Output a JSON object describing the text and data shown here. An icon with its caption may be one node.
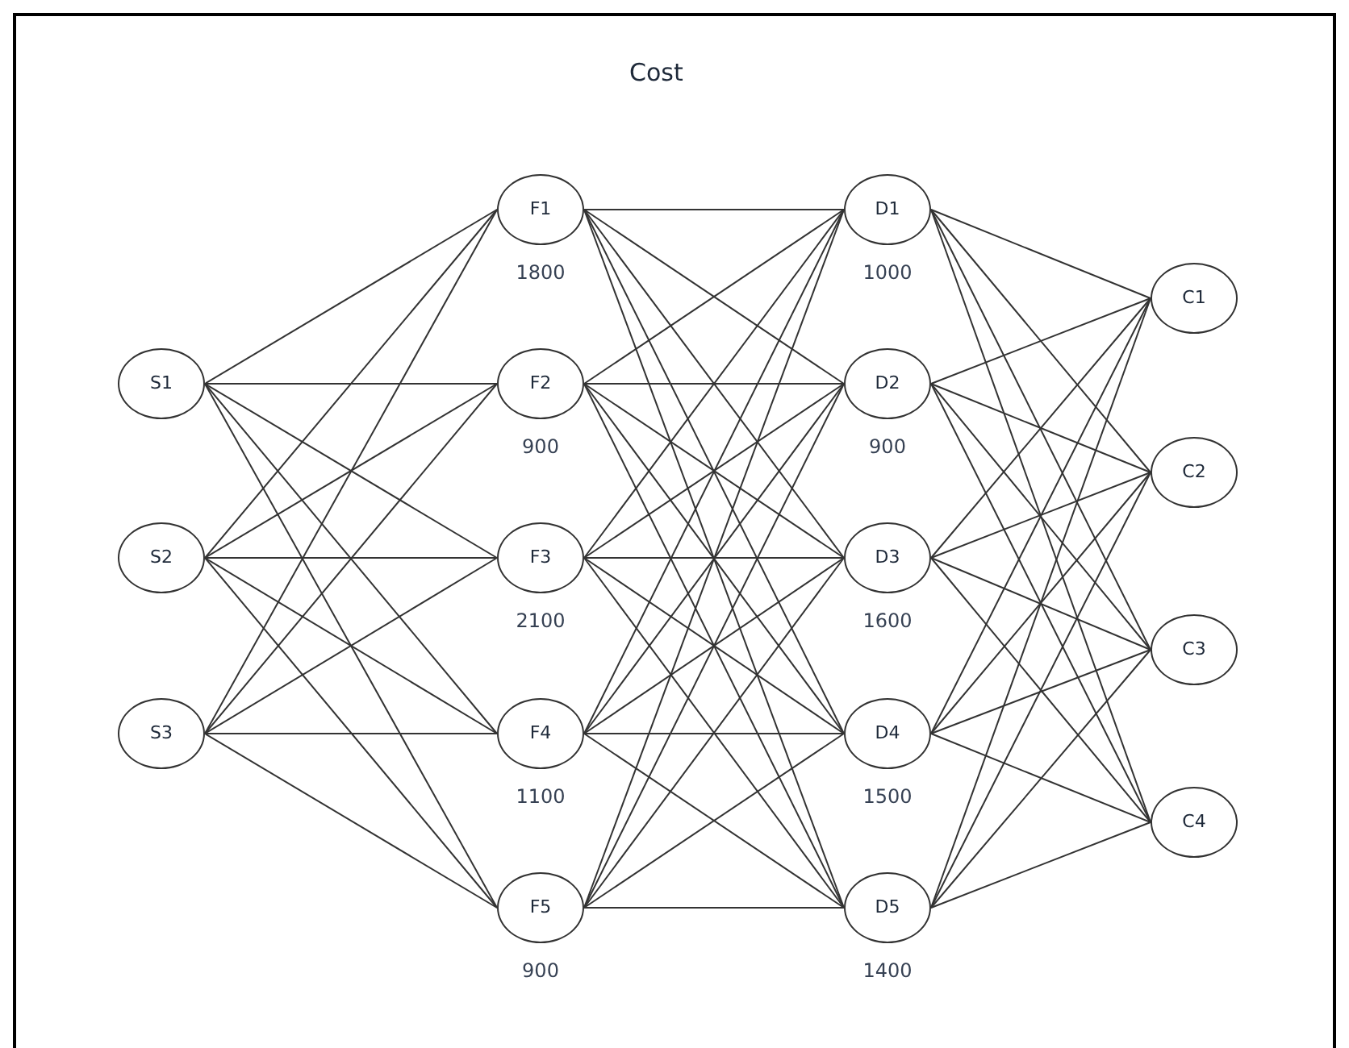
{
  "diagram": {
    "title": "Cost",
    "nodes": [
      {
        "text": [
          "S1"
        ]
      },
      {
        "text": [
          "S2"
        ]
      },
      {
        "text": [
          "S3"
        ]
      },
      {
        "text": [
          "F1"
        ],
        "beside": [
          "1800"
        ]
      },
      {
        "text": [
          "F2"
        ],
        "beside": [
          "900"
        ]
      },
      {
        "text": [
          "F3"
        ],
        "beside": [
          "2100"
        ]
      },
      {
        "text": [
          "F4"
        ],
        "beside": [
          "1100"
        ]
      },
      {
        "text": [
          "F5"
        ],
        "beside": [
          "900"
        ]
      },
      {
        "text": [
          "D1"
        ],
        "beside": [
          "1000"
        ]
      },
      {
        "text": [
          "D2"
        ],
        "beside": [
          "900"
        ]
      },
      {
        "text": [
          "D3"
        ],
        "beside": [
          "1600"
        ]
      },
      {
        "text": [
          "D4"
        ],
        "beside": [
          "1500"
        ]
      },
      {
        "text": [
          "D5"
        ],
        "beside": [
          "1400"
        ]
      },
      {
        "text": [
          "C1"
        ]
      },
      {
        "text": [
          "C2"
        ]
      },
      {
        "text": [
          "C3"
        ]
      },
      {
        "text": [
          "C4"
        ]
      }
    ],
    "edges": [
      {
        "from": 0,
        "to": 3,
        "arrow": "none"
      },
      {
        "from": 0,
        "to": 4,
        "arrow": "none"
      },
      {
        "from": 0,
        "to": 5,
        "arrow": "none"
      },
      {
        "from": 0,
        "to": 6,
        "arrow": "none"
      },
      {
        "from": 0,
        "to": 7,
        "arrow": "none"
      },
      {
        "from": 1,
        "to": 3,
        "arrow": "none"
      },
      {
        "from": 1,
        "to": 4,
        "arrow": "none"
      },
      {
        "from": 1,
        "to": 5,
        "arrow": "none"
      },
      {
        "from": 1,
        "to": 6,
        "arrow": "none"
      },
      {
        "from": 1,
        "to": 7,
        "arrow": "none"
      },
      {
        "from": 2,
        "to": 3,
        "arrow": "none"
      },
      {
        "from": 2,
        "to": 4,
        "arrow": "none"
      },
      {
        "from": 2,
        "to": 5,
        "arrow": "none"
      },
      {
        "from": 2,
        "to": 6,
        "arrow": "none"
      },
      {
        "from": 2,
        "to": 7,
        "arrow": "none"
      },
      {
        "from": 3,
        "to": 8,
        "arrow": "none"
      },
      {
        "from": 3,
        "to": 9,
        "arrow": "none"
      },
      {
        "from": 3,
        "to": 10,
        "arrow": "none"
      },
      {
        "from": 3,
        "to": 11,
        "arrow": "none"
      },
      {
        "from": 3,
        "to": 12,
        "arrow": "none"
      },
      {
        "from": 4,
        "to": 8,
        "arrow": "none"
      },
      {
        "from": 4,
        "to": 9,
        "arrow": "none"
      },
      {
        "from": 4,
        "to": 10,
        "arrow": "none"
      },
      {
        "from": 4,
        "to": 11,
        "arrow": "none"
      },
      {
        "from": 4,
        "to": 12,
        "arrow": "none"
      },
      {
        "from": 5,
        "to": 8,
        "arrow": "none"
      },
      {
        "from": 5,
        "to": 9,
        "arrow": "none"
      },
      {
        "from": 5,
        "to": 10,
        "arrow": "none"
      },
      {
        "from": 5,
        "to": 11,
        "arrow": "none"
      },
      {
        "from": 5,
        "to": 12,
        "arrow": "none"
      },
      {
        "from": 6,
        "to": 8,
        "arrow": "none"
      },
      {
        "from": 6,
        "to": 9,
        "arrow": "none"
      },
      {
        "from": 6,
        "to": 10,
        "arrow": "none"
      },
      {
        "from": 6,
        "to": 11,
        "arrow": "none"
      },
      {
        "from": 6,
        "to": 12,
        "arrow": "none"
      },
      {
        "from": 7,
        "to": 8,
        "arrow": "none"
      },
      {
        "from": 7,
        "to": 9,
        "arrow": "none"
      },
      {
        "from": 7,
        "to": 10,
        "arrow": "none"
      },
      {
        "from": 7,
        "to": 11,
        "arrow": "none"
      },
      {
        "from": 7,
        "to": 12,
        "arrow": "none"
      },
      {
        "from": 8,
        "to": 13,
        "arrow": "none"
      },
      {
        "from": 8,
        "to": 14,
        "arrow": "none"
      },
      {
        "from": 8,
        "to": 15,
        "arrow": "none"
      },
      {
        "from": 8,
        "to": 16,
        "arrow": "none"
      },
      {
        "from": 9,
        "to": 13,
        "arrow": "none"
      },
      {
        "from": 9,
        "to": 14,
        "arrow": "none"
      },
      {
        "from": 9,
        "to": 15,
        "arrow": "none"
      },
      {
        "from": 9,
        "to": 16,
        "arrow": "none"
      },
      {
        "from": 10,
        "to": 13,
        "arrow": "none"
      },
      {
        "from": 10,
        "to": 14,
        "arrow": "none"
      },
      {
        "from": 10,
        "to": 15,
        "arrow": "none"
      },
      {
        "from": 10,
        "to": 16,
        "arrow": "none"
      },
      {
        "from": 11,
        "to": 13,
        "arrow": "none"
      },
      {
        "from": 11,
        "to": 14,
        "arrow": "none"
      },
      {
        "from": 11,
        "to": 15,
        "arrow": "none"
      },
      {
        "from": 11,
        "to": 16,
        "arrow": "none"
      },
      {
        "from": 12,
        "to": 13,
        "arrow": "none"
      },
      {
        "from": 12,
        "to": 14,
        "arrow": "none"
      },
      {
        "from": 12,
        "to": 15,
        "arrow": "none"
      },
      {
        "from": 12,
        "to": 16,
        "arrow": "none"
      }
    ]
  }
}
